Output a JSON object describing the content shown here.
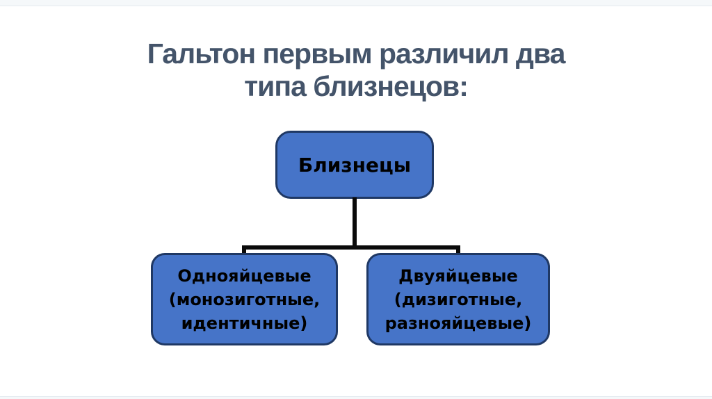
{
  "slide": {
    "title": {
      "line1": "Гальтон первым различил два",
      "line2": "типа близнецов:"
    },
    "diagram": {
      "root": {
        "label": "Близнецы"
      },
      "children": [
        {
          "lines": [
            "Однояйцевые",
            "(монозиготные,",
            "идентичные)"
          ]
        },
        {
          "lines": [
            "Двуяйцевые",
            "(дизиготные,",
            "разнояйцевые)"
          ]
        }
      ]
    },
    "colors": {
      "node_fill": "#4674C8",
      "node_border": "#1F3864",
      "node_text": "#000000",
      "connector": "#0A0A0A",
      "title_text": "#44546A",
      "slide_background": "#FFFFFF",
      "frame_line": "#E3EAEF"
    }
  }
}
